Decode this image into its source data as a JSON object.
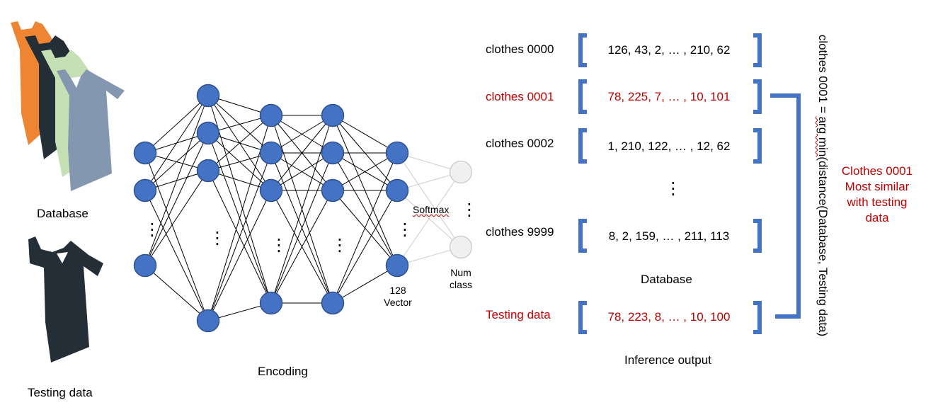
{
  "labels": {
    "database": "Database",
    "testing_data": "Testing data",
    "encoding": "Encoding",
    "softmax": "Softmax",
    "vector_count": "128",
    "vector_word": "Vector",
    "num_word": "Num",
    "class_word": "class",
    "database_table": "Database",
    "inference_output": "Inference output",
    "dots": "⋮"
  },
  "database_rows": [
    {
      "name": "clothes 0000",
      "vector": "126, 43, 2, … , 210, 62",
      "highlight": false
    },
    {
      "name": "clothes 0001",
      "vector": "78, 225, 7, … , 10, 101",
      "highlight": true
    },
    {
      "name": "clothes 0002",
      "vector": "1, 210, 122, … , 12, 62",
      "highlight": false
    },
    {
      "name": "clothes 9999",
      "vector": "8, 2, 159, … , 211, 113",
      "highlight": false
    }
  ],
  "testing_row": {
    "name": "Testing data",
    "vector": "78, 223, 8, … , 10, 100"
  },
  "formula": {
    "prefix": "clothes 0001 = ",
    "argmin": "arg min",
    "suffix": "(distance(Database, Testing data)"
  },
  "result": {
    "line1": "Clothes 0001",
    "line2": "Most similar",
    "line3": "with testing data"
  },
  "colors": {
    "node": "#4472c4",
    "node_stroke": "#2f528f",
    "bracket": "#4472c4",
    "highlight_text": "#c00000",
    "output_node": "#f0f0f0"
  }
}
